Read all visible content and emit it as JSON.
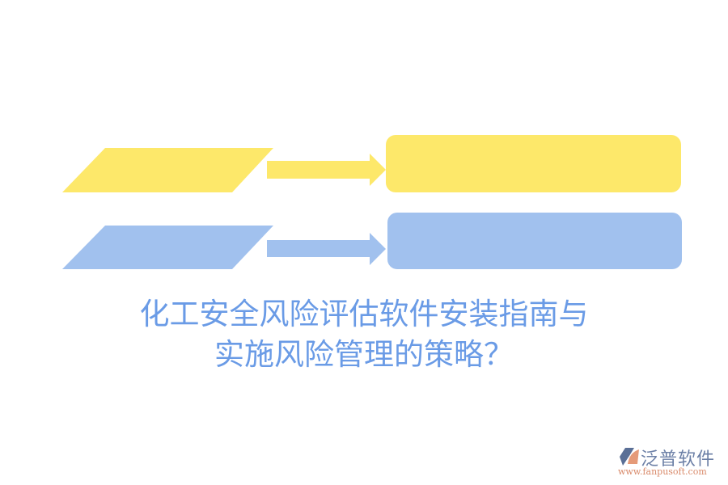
{
  "diagram": {
    "colors": {
      "yellow": "#fde86a",
      "blue": "#a1c1ee",
      "title_text": "#6a9be6",
      "logo_text": "#6b7fa6",
      "logo_url": "#d98a6a",
      "logo_icon_dark": "#5a6f96",
      "logo_icon_accent": "#e59a78"
    },
    "rows": [
      {
        "color": "yellow",
        "parallelogram_label": "",
        "box_label": ""
      },
      {
        "color": "blue",
        "parallelogram_label": "",
        "box_label": ""
      }
    ]
  },
  "title": {
    "line1": "化工安全风险评估软件安装指南与",
    "line2": "实施风险管理的策略？"
  },
  "watermark": {
    "brand": "泛普软件",
    "url": "www.fanpusoft.com",
    "icon": "fanpu-logo-icon"
  }
}
